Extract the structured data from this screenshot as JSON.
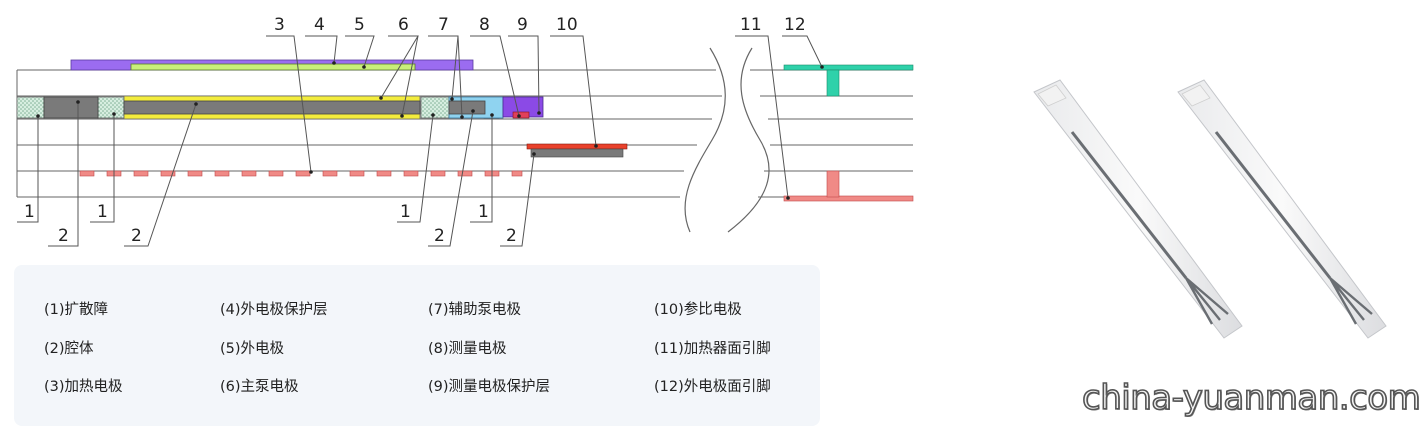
{
  "callouts": [
    {
      "id": "c3",
      "text": "3"
    },
    {
      "id": "c4",
      "text": "4"
    },
    {
      "id": "c5",
      "text": "5"
    },
    {
      "id": "c6",
      "text": "6"
    },
    {
      "id": "c7",
      "text": "7"
    },
    {
      "id": "c8",
      "text": "8"
    },
    {
      "id": "c9",
      "text": "9"
    },
    {
      "id": "c10",
      "text": "10"
    },
    {
      "id": "c11",
      "text": "11"
    },
    {
      "id": "c12",
      "text": "12"
    },
    {
      "id": "b1a",
      "text": "1"
    },
    {
      "id": "b2a",
      "text": "2"
    },
    {
      "id": "b1b",
      "text": "1"
    },
    {
      "id": "b2b",
      "text": "2"
    },
    {
      "id": "b1c",
      "text": "1"
    },
    {
      "id": "b2c",
      "text": "2"
    },
    {
      "id": "b1d",
      "text": "1"
    },
    {
      "id": "b2d",
      "text": "2"
    }
  ],
  "legend": [
    "(1)扩散障",
    "(4)外电极保护层",
    "(7)辅助泵电极",
    "(10)参比电极",
    "(2)腔体",
    "(5)外电极",
    "(8)测量电极",
    "(11)加热器面引脚",
    "(3)加热电极",
    "(6)主泵电极",
    "(9)测量电极保护层",
    "(12)外电极面引脚"
  ],
  "watermark": "china-yuanman.com",
  "colors": {
    "outer_protect": "#9b6cf0",
    "outer_electrode": "#c9ee7a",
    "main_pump": "#f3ec3c",
    "cavity": "#7a7a7a",
    "diffusion": "#cfe8d8",
    "aux_pump": "#8fd3f0",
    "meas_protect": "#8b4ae6",
    "meas_electrode": "#e0405a",
    "reference": "#e9412b",
    "heater": "#f08a86",
    "outer_pin": "#2fd1aa"
  }
}
